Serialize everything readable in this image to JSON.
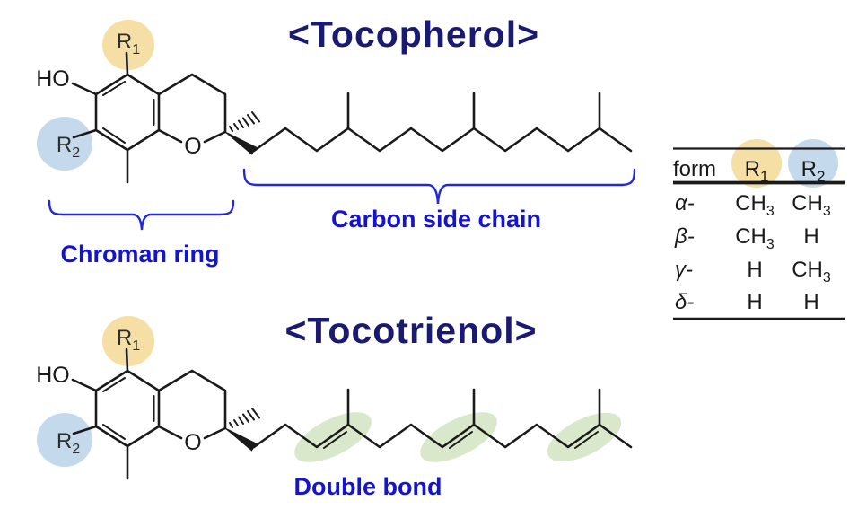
{
  "titles": {
    "tocopherol": "<Tocopherol>",
    "tocotrienol": "<Tocotrienol>"
  },
  "annotations": {
    "chroman_ring": "Chroman ring",
    "carbon_side_chain": "Carbon side chain",
    "double_bond": "Double bond"
  },
  "structure_labels": {
    "hydroxyl": "HO",
    "ring_oxygen": "O",
    "r1": "R",
    "r1_sub": "1",
    "r2": "R",
    "r2_sub": "2"
  },
  "table": {
    "header": {
      "form": "form",
      "r1": "R",
      "r1_sub": "1",
      "r2": "R",
      "r2_sub": "2"
    },
    "rows": [
      {
        "form": "α-",
        "r1": "CH",
        "r1_sub": "3",
        "r2": "CH",
        "r2_sub": "3"
      },
      {
        "form": "β-",
        "r1": "CH",
        "r1_sub": "3",
        "r2": "H",
        "r2_sub": ""
      },
      {
        "form": "γ-",
        "r1": "H",
        "r1_sub": "",
        "r2": "CH",
        "r2_sub": "3"
      },
      {
        "form": "δ-",
        "r1": "H",
        "r1_sub": "",
        "r2": "H",
        "r2_sub": ""
      }
    ]
  },
  "colors": {
    "highlight_yellow": "#F5DFA4",
    "highlight_blue": "#C5D9EC",
    "highlight_green": "#D9E7CA",
    "title_navy": "#1A1A70",
    "label_blue": "#1414CE",
    "ink": "#1A1A1A"
  }
}
